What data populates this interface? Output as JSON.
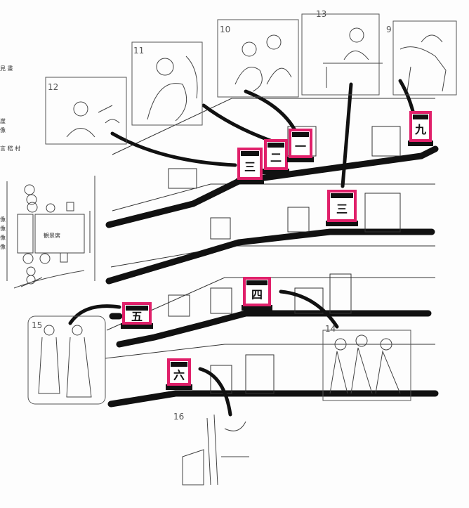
{
  "panels": [
    {
      "id": "12",
      "label": "12"
    },
    {
      "id": "11",
      "label": "11"
    },
    {
      "id": "10",
      "label": "10"
    },
    {
      "id": "13",
      "label": "13"
    },
    {
      "id": "9",
      "label": "9"
    },
    {
      "id": "15",
      "label": "15"
    },
    {
      "id": "14",
      "label": "14"
    },
    {
      "id": "16",
      "label": "16"
    }
  ],
  "boxes": [
    {
      "char": "三"
    },
    {
      "char": "二"
    },
    {
      "char": "一"
    },
    {
      "char": "九"
    },
    {
      "char": "三"
    },
    {
      "char": "四"
    },
    {
      "char": "五"
    },
    {
      "char": "六"
    }
  ],
  "side_text": [
    "見 畫",
    "崖",
    "像",
    "言 嵇 村",
    "像",
    "像",
    "像",
    "像"
  ],
  "plan_text": "観景席",
  "colors": {
    "ink": "#111111",
    "highlight": "#e0206a",
    "paper": "#fdfdfd"
  }
}
